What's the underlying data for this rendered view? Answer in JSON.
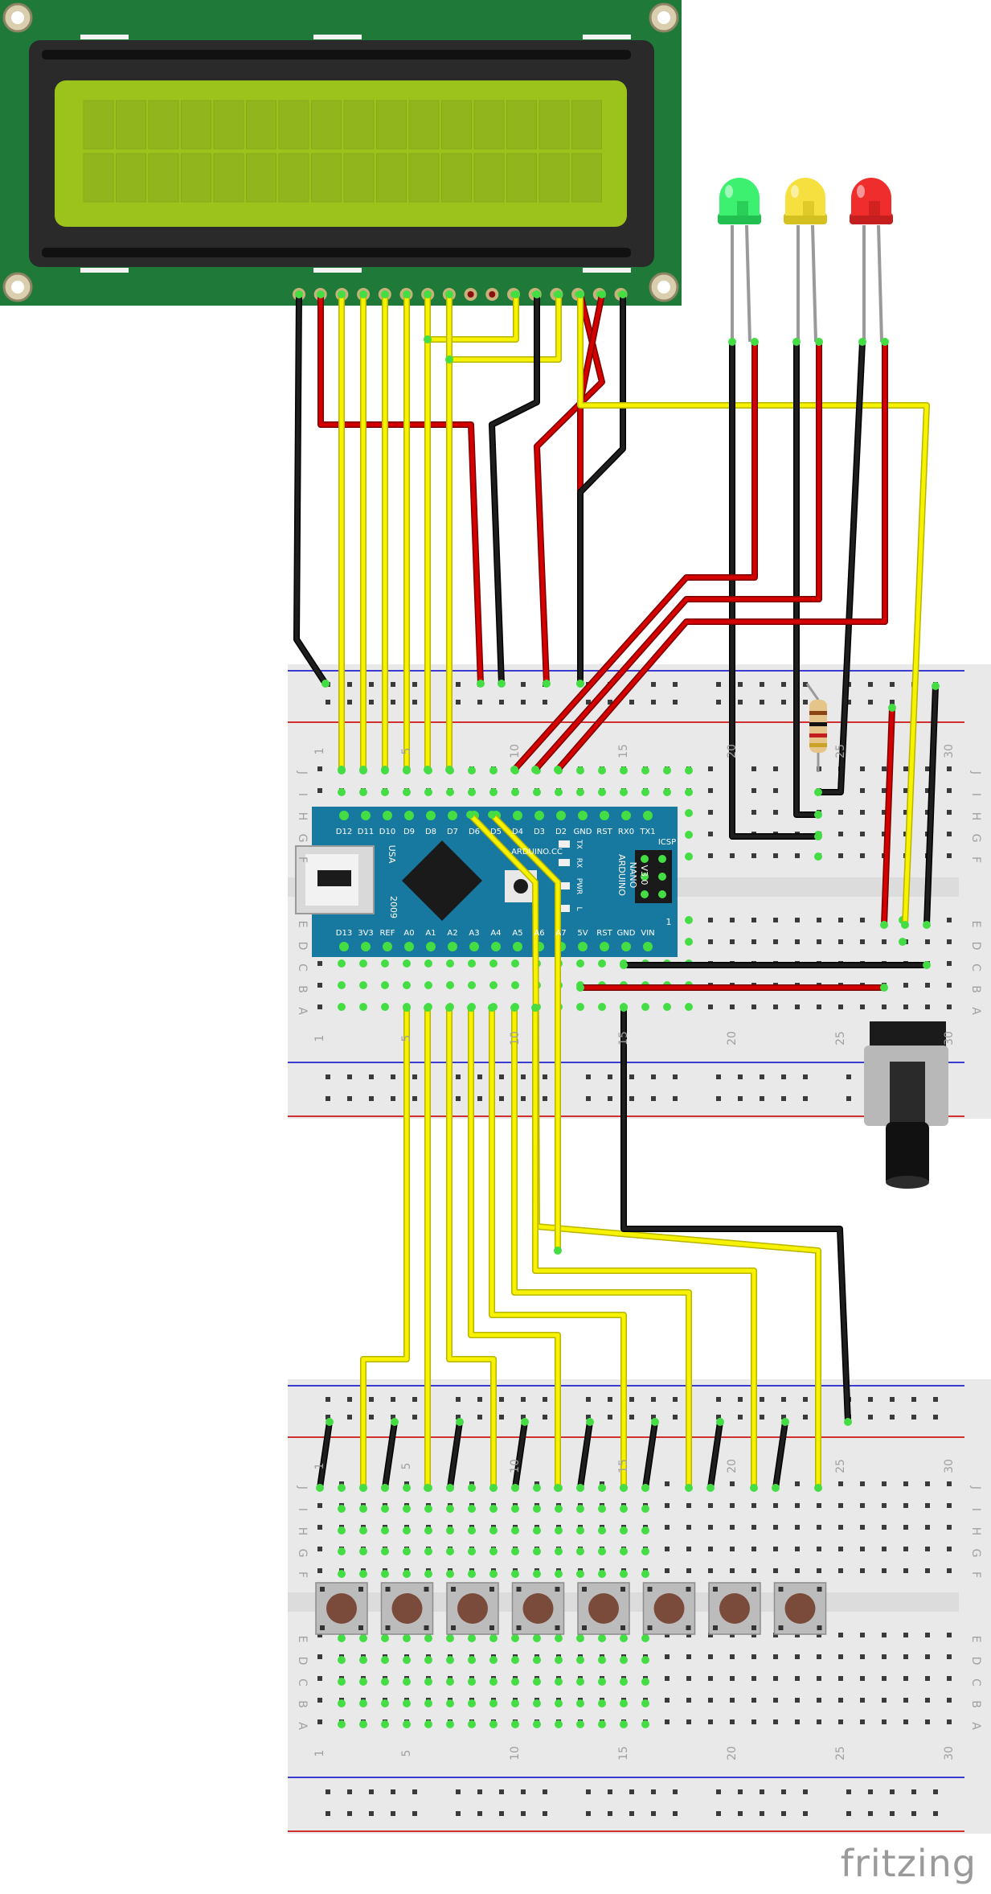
{
  "watermark": "fritzing",
  "arduino": {
    "top_pins": [
      "D12",
      "D11",
      "D10",
      "D9",
      "D8",
      "D7",
      "D6",
      "D5",
      "D4",
      "D3",
      "D2",
      "GND",
      "RST",
      "RX0",
      "TX1"
    ],
    "bottom_pins": [
      "D13",
      "3V3",
      "REF",
      "A0",
      "A1",
      "A2",
      "A3",
      "A4",
      "A5",
      "A6",
      "A7",
      "5V",
      "RST",
      "GND",
      "VIN"
    ],
    "usa": "USA",
    "year": "2009",
    "brand": "ARDUINO.CC",
    "model_lines": [
      "ARDUINO",
      "NANO",
      "V3.0"
    ],
    "icsp": "ICSP",
    "leds": [
      "TX",
      "RX",
      "PWR",
      "L"
    ],
    "icsp_pin1": "1"
  },
  "breadboard_top": {
    "row_letters_upper": [
      "J",
      "I",
      "H",
      "G",
      "F"
    ],
    "row_letters_lower": [
      "E",
      "D",
      "C",
      "B",
      "A"
    ],
    "col_numbers": [
      "1",
      "5",
      "10",
      "15",
      "20",
      "25",
      "30"
    ]
  },
  "breadboard_bottom": {
    "row_letters_upper": [
      "J",
      "I",
      "H",
      "G",
      "F"
    ],
    "row_letters_lower": [
      "E",
      "D",
      "C",
      "B",
      "A"
    ],
    "col_numbers": [
      "1",
      "5",
      "10",
      "15",
      "20",
      "25",
      "30"
    ]
  },
  "led_colors": [
    "green",
    "yellow",
    "red"
  ],
  "button_count": 8
}
